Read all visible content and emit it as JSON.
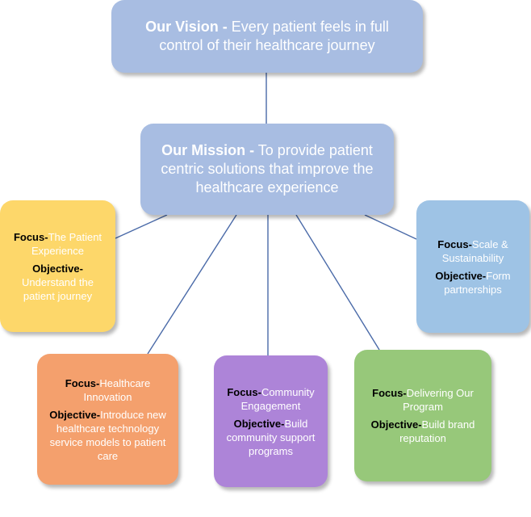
{
  "vision": {
    "label": "Our Vision -",
    "text": "Every patient feels in full control of their healthcare journey"
  },
  "mission": {
    "label": "Our Mission -",
    "text": "To provide patient centric solutions that improve the healthcare experience"
  },
  "focus_label": "Focus-",
  "objective_label": "Objective-",
  "areas": [
    {
      "focus": "The Patient Experience",
      "objective": "Understand the patient journey",
      "color": "#fdd76a"
    },
    {
      "focus": "Healthcare Innovation",
      "objective": "Introduce new healthcare technology service models to patient care",
      "color": "#f4a06d"
    },
    {
      "focus": "Community Engagement",
      "objective": "Build community support programs",
      "color": "#ad84d8"
    },
    {
      "focus": "Delivering Our Program",
      "objective": "Build brand reputation",
      "color": "#97c87a"
    },
    {
      "focus": "Scale & Sustainability",
      "objective": "Form partnerships",
      "color": "#9ec3e5"
    }
  ],
  "colors": {
    "vision": "#a8bde2",
    "mission": "#a8bde2",
    "connector": "#4a6aa8"
  }
}
